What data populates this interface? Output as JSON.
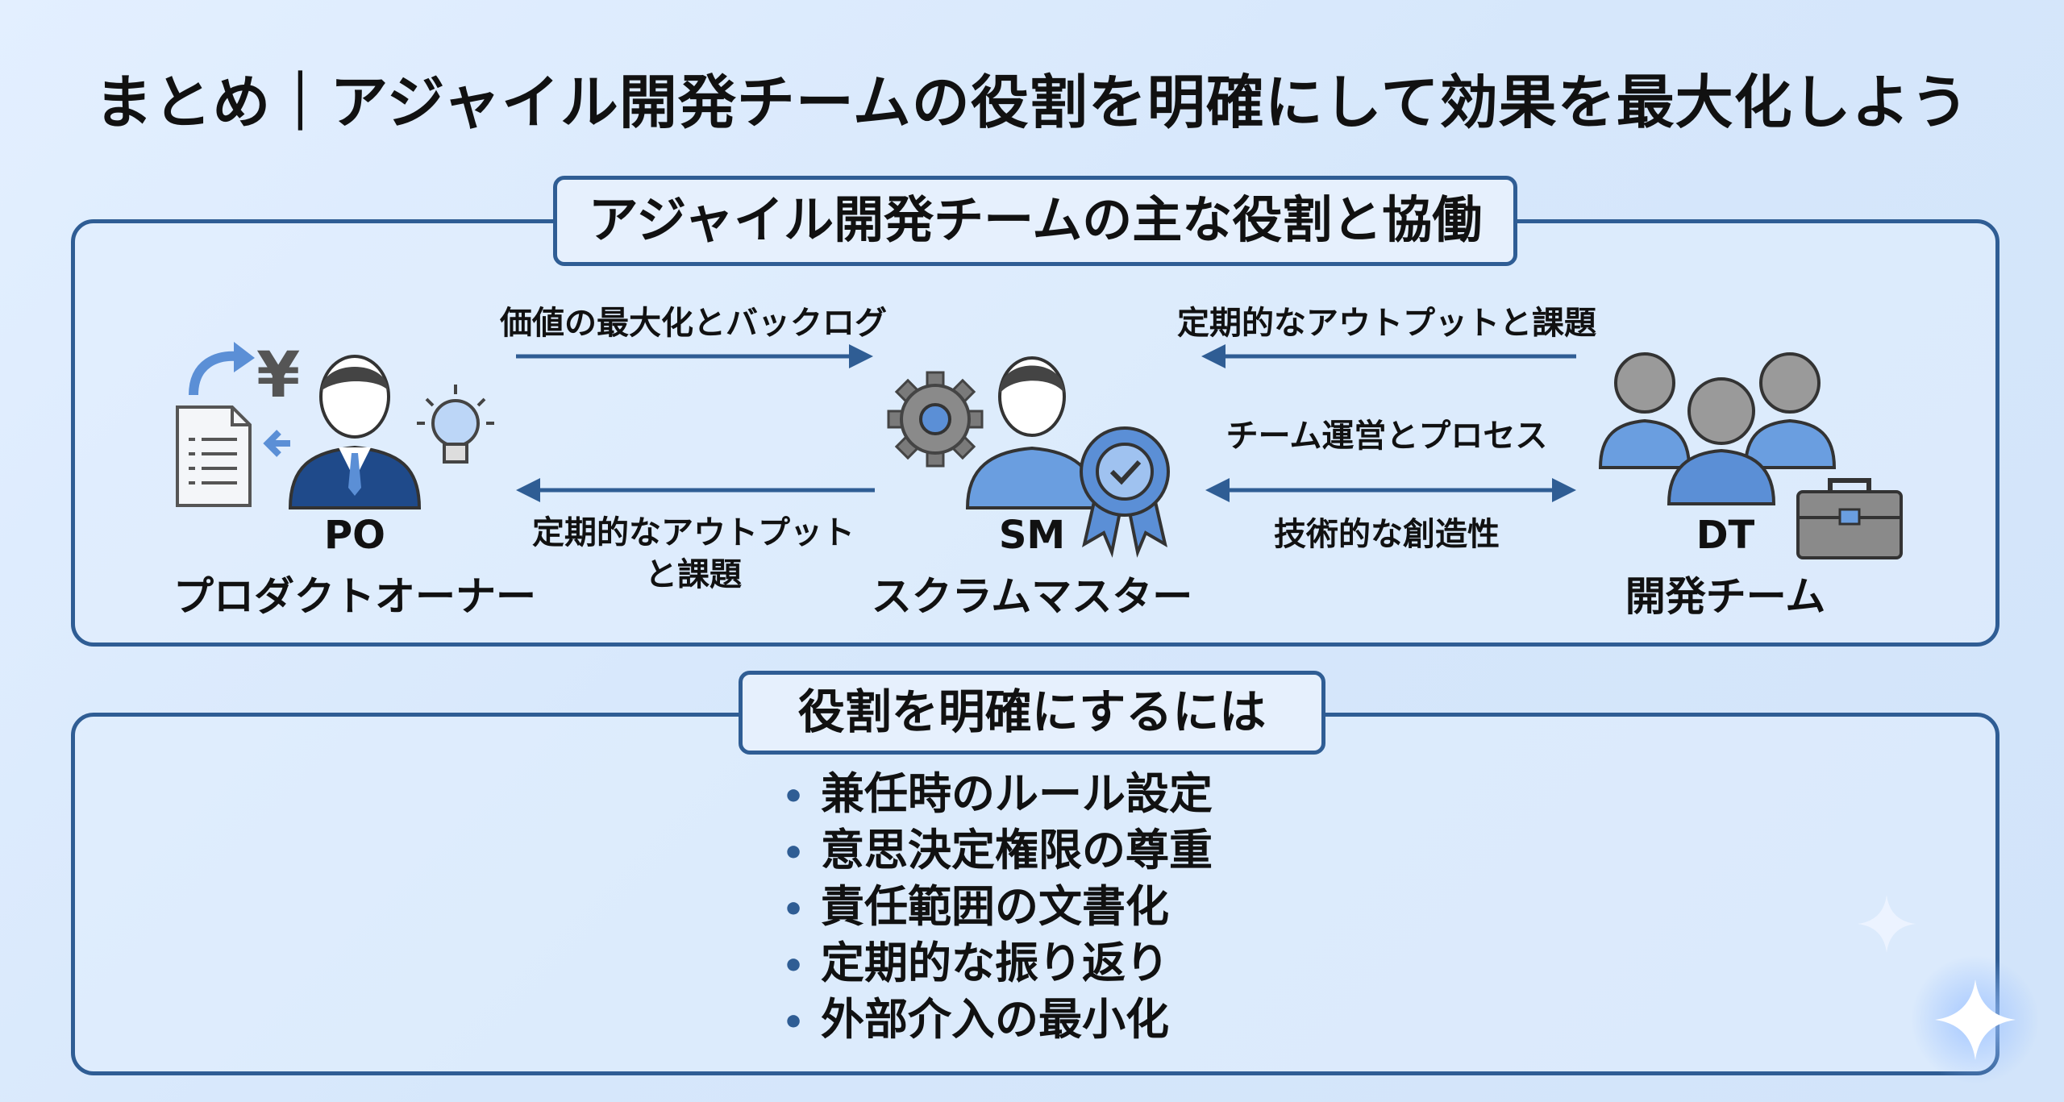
{
  "title": "まとめ｜アジャイル開発チームの役割を明確にして効果を最大化しよう",
  "section_roles": {
    "heading": "アジャイル開発チームの主な役割と協働",
    "roles": [
      {
        "code": "PO",
        "name": "プロダクトオーナー"
      },
      {
        "code": "SM",
        "name": "スクラムマスター"
      },
      {
        "code": "DT",
        "name": "開発チーム"
      }
    ],
    "flows": {
      "po_to_sm": "価値の最大化とバックログ",
      "sm_to_po_line1": "定期的なアウトプット",
      "sm_to_po_line2": "と課題",
      "dt_to_sm": "定期的なアウトプットと課題",
      "sm_dt_upper": "チーム運営とプロセス",
      "sm_dt_lower": "技術的な創造性"
    },
    "icons": {
      "po": [
        "document-icon",
        "yen-icon",
        "arrow-icon",
        "businessman-icon",
        "lightbulb-icon"
      ],
      "sm": [
        "gear-icon",
        "person-icon",
        "award-badge-icon"
      ],
      "dt": [
        "team-icon",
        "toolbox-icon"
      ]
    }
  },
  "section_clarify": {
    "heading": "役割を明確にするには",
    "bullet_symbol": "•",
    "items": [
      "兼任時のルール設定",
      "意思決定権限の尊重",
      "責任範囲の文書化",
      "定期的な振り返り",
      "外部介入の最小化"
    ]
  },
  "colors": {
    "frame": "#2f5d94",
    "accent_blue": "#5b8fd6",
    "dark_blue": "#1f4a8a",
    "gray": "#8a8a8a",
    "background": "#dbe9fc"
  }
}
